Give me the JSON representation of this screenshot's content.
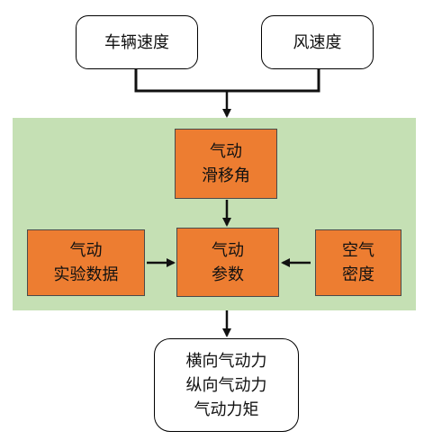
{
  "inputs": {
    "vehicle_speed": "车辆速度",
    "wind_speed": "风速度"
  },
  "sideslip_angle": [
    "气动",
    "滑移角"
  ],
  "experimental_data": [
    "气动",
    "实验数据"
  ],
  "aero_params": [
    "气动",
    "参数"
  ],
  "air_density": [
    "空气",
    "密度"
  ],
  "outputs": [
    "横向气动力",
    "纵向气动力",
    "气动力矩"
  ],
  "colors": {
    "panel": "#c5e0b4",
    "orange": "#ed7d31",
    "line": "#111111"
  }
}
